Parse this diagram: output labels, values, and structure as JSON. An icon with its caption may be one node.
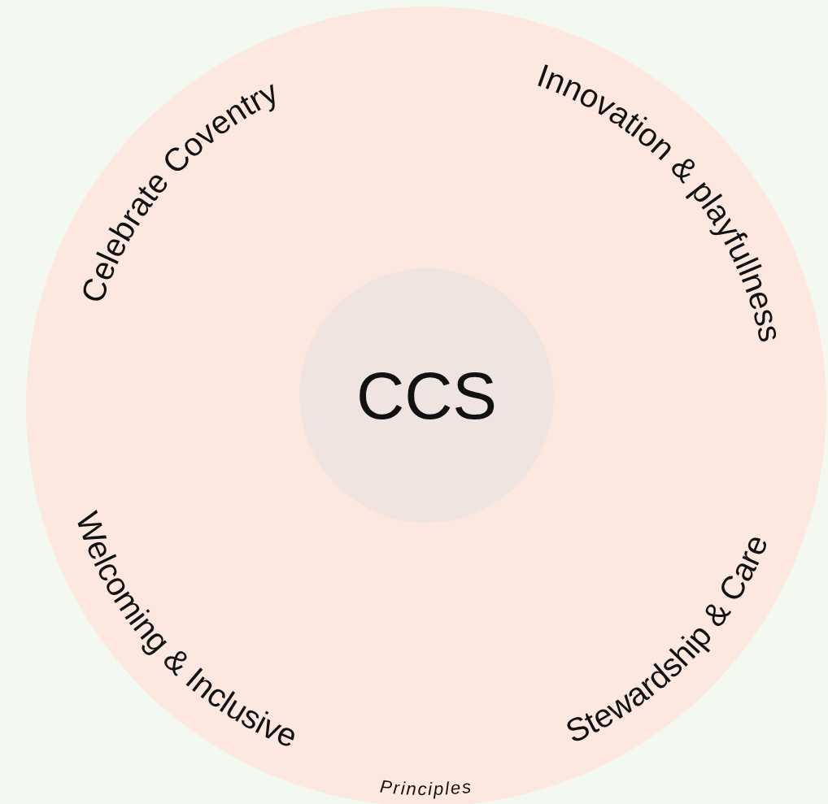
{
  "diagram": {
    "nodes": [
      {
        "text": [
          "Celebrate Coventry",
          "Innovation & playfullness",
          "Welcoming & Inclusive",
          "Stewardship & Care",
          "Principles"
        ]
      },
      {
        "text": [
          "CCS"
        ],
        "in": 0
      }
    ]
  }
}
